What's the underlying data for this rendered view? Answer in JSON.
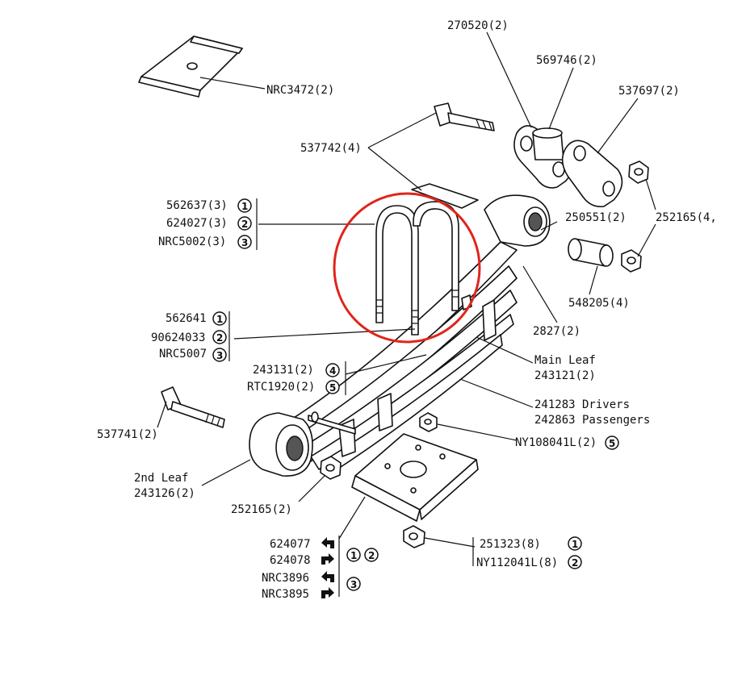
{
  "highlight_color": "#e0251b",
  "ink_color": "#111111",
  "labels": {
    "nrc3472": "NRC3472(2)",
    "p270520": "270520(2)",
    "p569746": "569746(2)",
    "p537697": "537697(2)",
    "p537742": "537742(4)",
    "p562637": "562637(3)",
    "p624027": "624027(3)",
    "nrc5002": "NRC5002(3)",
    "p250551": "250551(2)",
    "p252165_top": "252165(4,",
    "p548205": "548205(4)",
    "p2827": "2827(2)",
    "p562641": "562641",
    "p90624033": "90624033",
    "nrc5007": "NRC5007",
    "p243131": "243131(2)",
    "rtc1920": "RTC1920(2)",
    "main_leaf": "Main Leaf",
    "p243121": "243121(2)",
    "p241283": "241283 Drivers",
    "p242863": "242863 Passengers",
    "p537741": "537741(2)",
    "ny108041l": "NY108041L(2)",
    "second_leaf": "2nd Leaf",
    "p243126": "243126(2)",
    "p252165_bot": "252165(2)",
    "p624077": "624077",
    "p624078": "624078",
    "nrc3896": "NRC3896",
    "nrc3895": "NRC3895",
    "p251323": "251323(8)",
    "ny112041l": "NY112041L(8)"
  },
  "circled": {
    "c1": "1",
    "c2": "2",
    "c3": "3",
    "c4": "4",
    "c5": "5"
  }
}
